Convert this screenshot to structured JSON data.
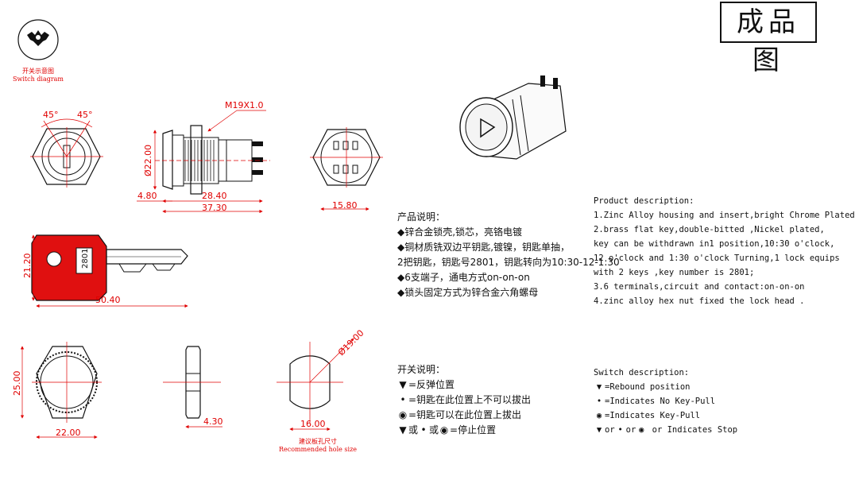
{
  "stamp_title": "成品图",
  "switch_diagram": {
    "caption_cn": "开关示意图",
    "caption_en": "Switch diagram"
  },
  "dimensions": {
    "angle_left": "45°",
    "angle_right": "45°",
    "thread": "M19X1.0",
    "dia_22": "Ø22.00",
    "len_4_80": "4.80",
    "len_28_40": "28.40",
    "len_37_30": "37.30",
    "len_15_80": "15.80",
    "key_height": "21.20",
    "key_length": "50.40",
    "key_number": "2801",
    "nut_height": "25.00",
    "nut_width": "22.00",
    "nut_thick": "4.30",
    "hole_dia": "Ø19.00",
    "hole_flat": "16.00"
  },
  "hole_caption": {
    "cn": "建议板孔尺寸",
    "en": "Recommended hole size"
  },
  "product_cn": {
    "heading": "产品说明：",
    "lines": [
      "◆锌合金锁壳,锁芯，亮铬电镀",
      "◆铜材质铣双边平钥匙,镀镍，钥匙单抽，",
      "  2把钥匙，钥匙号2801，钥匙转向为10:30-12-1:30",
      "◆6支端子，通电方式on-on-on",
      "◆锁头固定方式为锌合金六角螺母"
    ]
  },
  "product_en": {
    "heading": "Product description:",
    "lines": [
      "1.Zinc Alloy housing and insert,bright Chrome Plated",
      "2.brass flat key,double-bitted ,Nickel plated,",
      "  key can be withdrawn in1 position,10:30 o'clock,",
      "  12 o'clock and 1:30 o'clock Turning,1 lock equips",
      "  with 2 keys ,key number is 2801;",
      "3.6 terminals,circuit and contact:on-on-on",
      "4.zinc alloy hex nut fixed the lock head ."
    ]
  },
  "switch_cn": {
    "heading": "开关说明：",
    "rebound": "=反弹位置",
    "no_pull": "=钥匙在此位置上不可以拔出",
    "pull": "=钥匙可以在此位置上拔出",
    "or1": "或",
    "or2": "或",
    "stop": "=停止位置"
  },
  "switch_en": {
    "heading": "Switch description:",
    "rebound": "=Rebound position",
    "no_pull": "=Indicates No Key-Pull",
    "pull": "=Indicates  Key-Pull",
    "or1": "or",
    "or2": "or",
    "stop": "or Indicates Stop"
  },
  "colors": {
    "dimension": "#e00000",
    "key_head": "#e01010",
    "line": "#111111"
  }
}
